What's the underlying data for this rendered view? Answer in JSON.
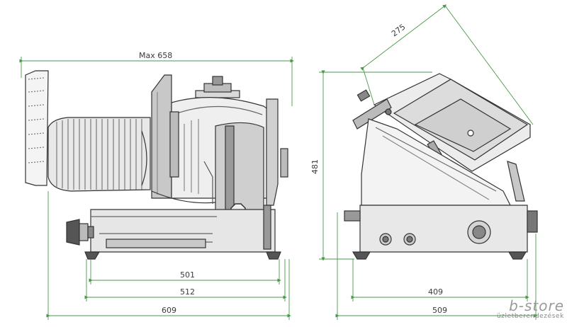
{
  "diagram": {
    "dimensions": {
      "max_width": "Max 658",
      "width_609": "609",
      "width_512": "512",
      "width_501": "501",
      "height_481": "481",
      "depth_509": "509",
      "depth_409": "409",
      "blade_275": "275"
    },
    "colors": {
      "dimension_line": "#4a9a4a",
      "outline": "#333333",
      "fill_light": "#d9d9d9",
      "fill_mid": "#9a9a9a",
      "fill_dark": "#4a4a4a"
    }
  },
  "brand": {
    "name": "b-store",
    "tagline": "üzletberendezések"
  }
}
